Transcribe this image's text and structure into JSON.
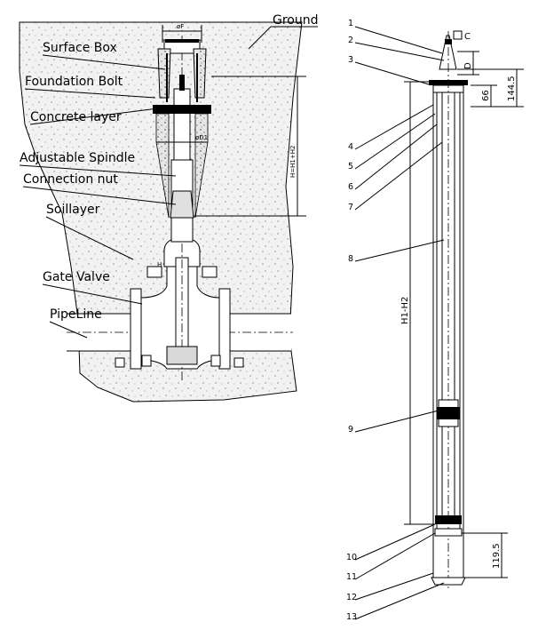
{
  "left_labels": {
    "ground": "Ground",
    "surface_box": "Surface Box",
    "foundation_bolt": "Foundation Bolt",
    "concrete_layer": "Concrete layer",
    "adjustable_spindle": "Adjustable Spindle",
    "connection_nut": "Connection nut",
    "soil_layer": "Soillayer",
    "gate_valve": "Gate Valve",
    "pipeline": "PipeLine"
  },
  "left_dims": {
    "top_width": "øF",
    "inner_dia": "øD1",
    "depth": "H=H1+H2",
    "small_h": "H"
  },
  "right_parts": [
    "1",
    "2",
    "3",
    "4",
    "5",
    "6",
    "7",
    "8",
    "9",
    "10",
    "11",
    "12",
    "13"
  ],
  "right_dims": {
    "c": "C",
    "d": "D",
    "d144": "144.5",
    "d66": "66",
    "main": "H1-H2",
    "d119": "119.5"
  }
}
